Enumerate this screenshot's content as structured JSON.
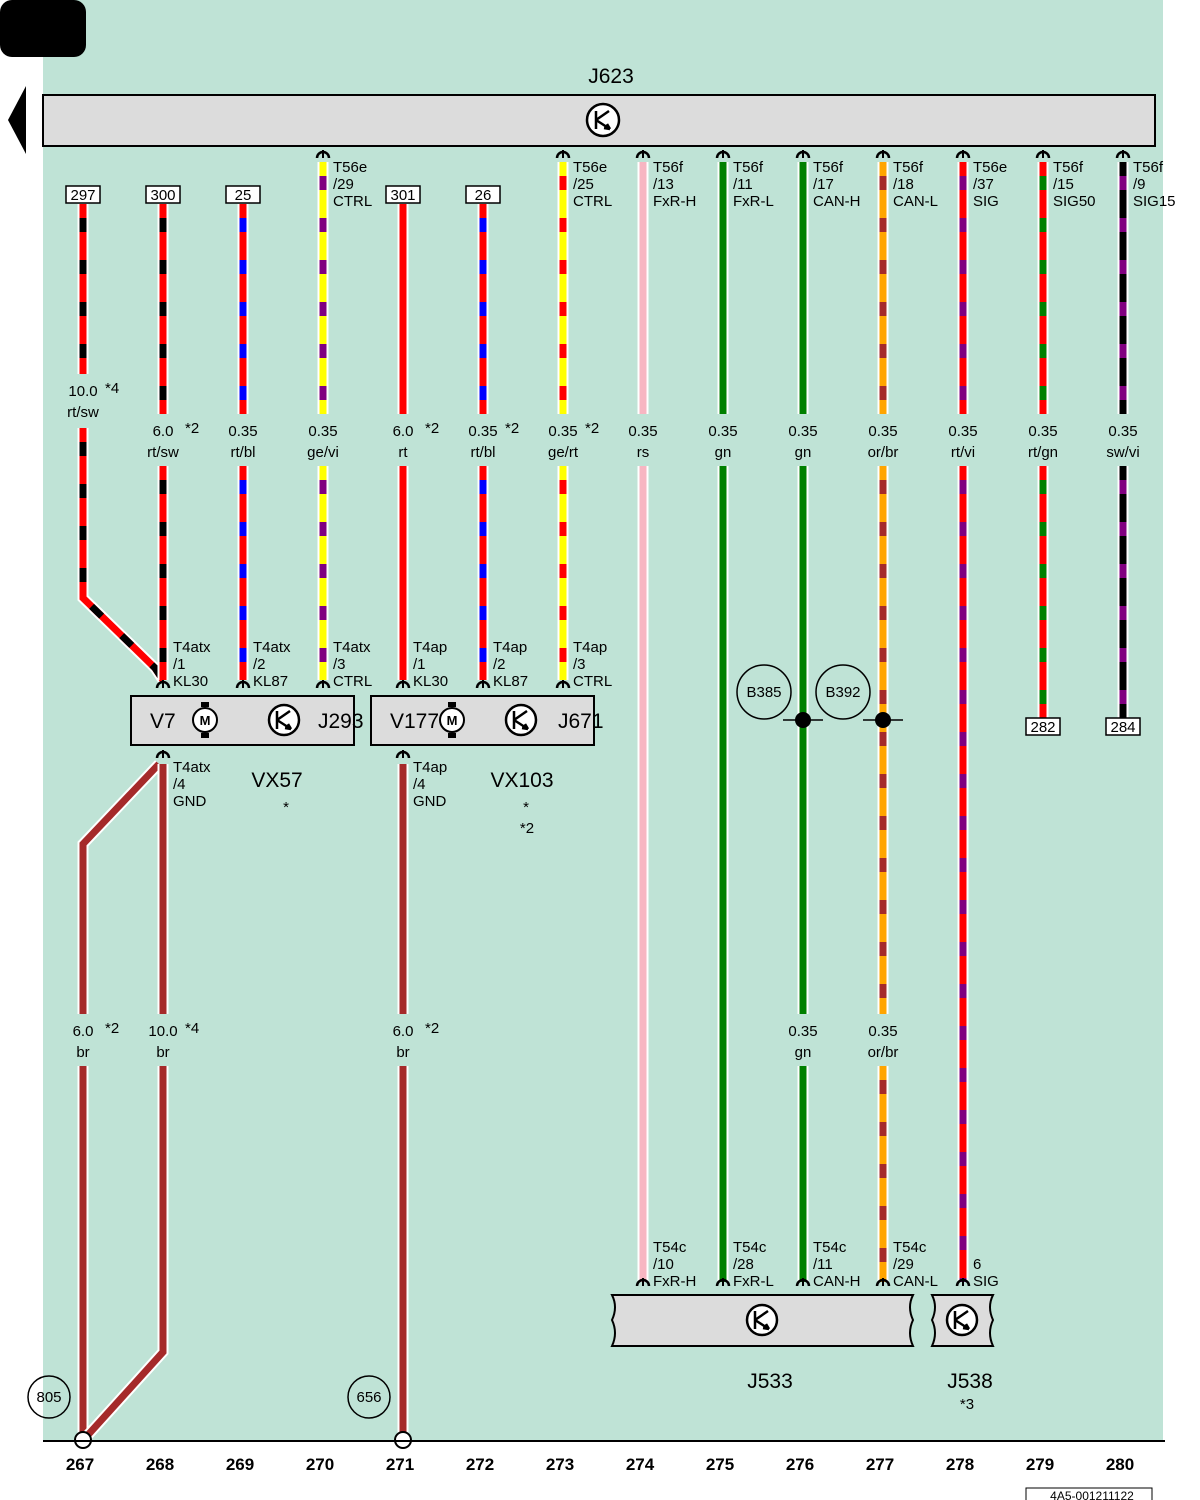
{
  "colors": {
    "background": "#bfe3d6",
    "unit_fill": "#dcdcdc",
    "rt": "#ff0000",
    "sw": "#000000",
    "bl": "#0000ff",
    "ge": "#ffff00",
    "vi": "#800080",
    "rs": "#f7b6c2",
    "gn": "#008000",
    "or": "#ffa500",
    "br": "#a52a2a"
  },
  "control_units": {
    "top": "J623",
    "bottom_left": "J533",
    "bottom_right": "J538",
    "bottom_right_note": "*3"
  },
  "components": [
    {
      "motor": "V7",
      "unit": "J293",
      "assembly": "VX57",
      "note": "*"
    },
    {
      "motor": "V177",
      "unit": "J671",
      "assembly": "VX103",
      "note": "*",
      "note2": "*2"
    }
  ],
  "motor_symbol": "M",
  "columns": [
    "267",
    "268",
    "269",
    "270",
    "271",
    "272",
    "273",
    "274",
    "275",
    "276",
    "277",
    "278",
    "279",
    "280"
  ],
  "ref_boxes": [
    "297",
    "300",
    "25",
    "301",
    "26",
    "282",
    "284"
  ],
  "ground_points": [
    "805",
    "656"
  ],
  "splices": [
    "B385",
    "B392"
  ],
  "wires": [
    {
      "size": "10.0",
      "color": "rt/sw",
      "note": "*4"
    },
    {
      "size": "6.0",
      "color": "rt/sw",
      "note": "*2"
    },
    {
      "size": "0.35",
      "color": "rt/bl",
      "note": ""
    },
    {
      "size": "0.35",
      "color": "ge/vi",
      "note": ""
    },
    {
      "size": "6.0",
      "color": "rt",
      "note": "*2"
    },
    {
      "size": "0.35",
      "color": "rt/bl",
      "note": "*2"
    },
    {
      "size": "0.35",
      "color": "ge/rt",
      "note": "*2"
    },
    {
      "size": "0.35",
      "color": "rs",
      "note": ""
    },
    {
      "size": "0.35",
      "color": "gn",
      "note": ""
    },
    {
      "size": "0.35",
      "color": "gn",
      "note": ""
    },
    {
      "size": "0.35",
      "color": "or/br",
      "note": ""
    },
    {
      "size": "0.35",
      "color": "rt/vi",
      "note": ""
    },
    {
      "size": "0.35",
      "color": "rt/gn",
      "note": ""
    },
    {
      "size": "0.35",
      "color": "sw/vi",
      "note": ""
    },
    {
      "size": "6.0",
      "color": "br",
      "note": "*2"
    },
    {
      "size": "10.0",
      "color": "br",
      "note": "*4"
    },
    {
      "size": "6.0",
      "color": "br",
      "note": "*2"
    },
    {
      "size": "0.35",
      "color": "gn",
      "note": ""
    },
    {
      "size": "0.35",
      "color": "or/br",
      "note": ""
    }
  ],
  "pins": [
    {
      "conn": "T56e",
      "pin": "/29",
      "sig": "CTRL"
    },
    {
      "conn": "T56e",
      "pin": "/25",
      "sig": "CTRL"
    },
    {
      "conn": "T56f",
      "pin": "/13",
      "sig": "FxR-H"
    },
    {
      "conn": "T56f",
      "pin": "/11",
      "sig": "FxR-L"
    },
    {
      "conn": "T56f",
      "pin": "/17",
      "sig": "CAN-H"
    },
    {
      "conn": "T56f",
      "pin": "/18",
      "sig": "CAN-L"
    },
    {
      "conn": "T56e",
      "pin": "/37",
      "sig": "SIG"
    },
    {
      "conn": "T56f",
      "pin": "/15",
      "sig": "SIG50"
    },
    {
      "conn": "T56f",
      "pin": "/9",
      "sig": "SIG15"
    },
    {
      "conn": "T4atx",
      "pin": "/1",
      "sig": "KL30"
    },
    {
      "conn": "T4atx",
      "pin": "/2",
      "sig": "KL87"
    },
    {
      "conn": "T4atx",
      "pin": "/3",
      "sig": "CTRL"
    },
    {
      "conn": "T4ap",
      "pin": "/1",
      "sig": "KL30"
    },
    {
      "conn": "T4ap",
      "pin": "/2",
      "sig": "KL87"
    },
    {
      "conn": "T4ap",
      "pin": "/3",
      "sig": "CTRL"
    },
    {
      "conn": "T4atx",
      "pin": "/4",
      "sig": "GND"
    },
    {
      "conn": "T4ap",
      "pin": "/4",
      "sig": "GND"
    },
    {
      "conn": "T54c",
      "pin": "/10",
      "sig": "FxR-H"
    },
    {
      "conn": "T54c",
      "pin": "/28",
      "sig": "FxR-L"
    },
    {
      "conn": "T54c",
      "pin": "/11",
      "sig": "CAN-H"
    },
    {
      "conn": "T54c",
      "pin": "/29",
      "sig": "CAN-L"
    },
    {
      "conn": "6",
      "pin": "",
      "sig": "SIG"
    }
  ],
  "doc_id": "4A5-001211122"
}
